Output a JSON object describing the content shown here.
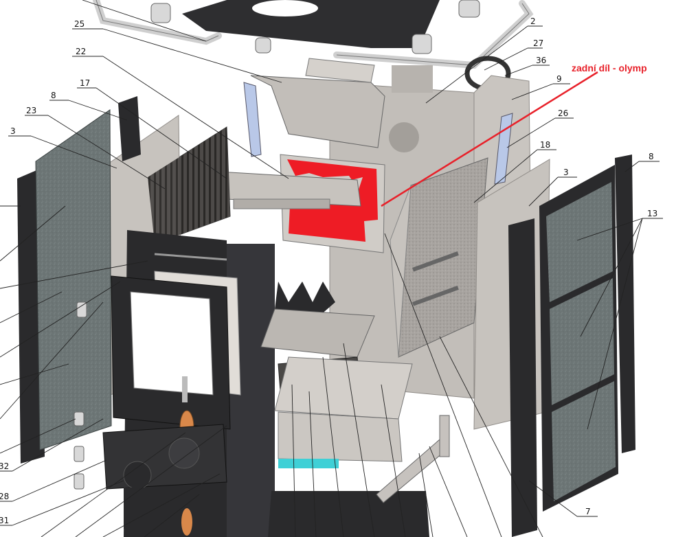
{
  "highlight": {
    "text": "zadní díl - olymp",
    "color": "#e8212a"
  },
  "labels": {
    "l25": "25",
    "l22": "22",
    "l17": "17",
    "l8a": "8",
    "l23": "23",
    "l3a": "3",
    "l2": "2",
    "l27": "27",
    "l36": "36",
    "l9": "9",
    "l26": "26",
    "l18": "18",
    "l3b": "3",
    "l8b": "8",
    "l13": "13",
    "l7": "7",
    "l32": "32",
    "l28": "28",
    "l31": "31"
  },
  "colors": {
    "panel": "#bdb8b3",
    "panel_dark": "#9d9893",
    "granite": "#6f7878",
    "black": "#2a2a2c",
    "red": "#ee1c25",
    "cyan": "#3fd0d6",
    "wood": "#d9884a",
    "blue_bracket": "#b9c8e8"
  }
}
